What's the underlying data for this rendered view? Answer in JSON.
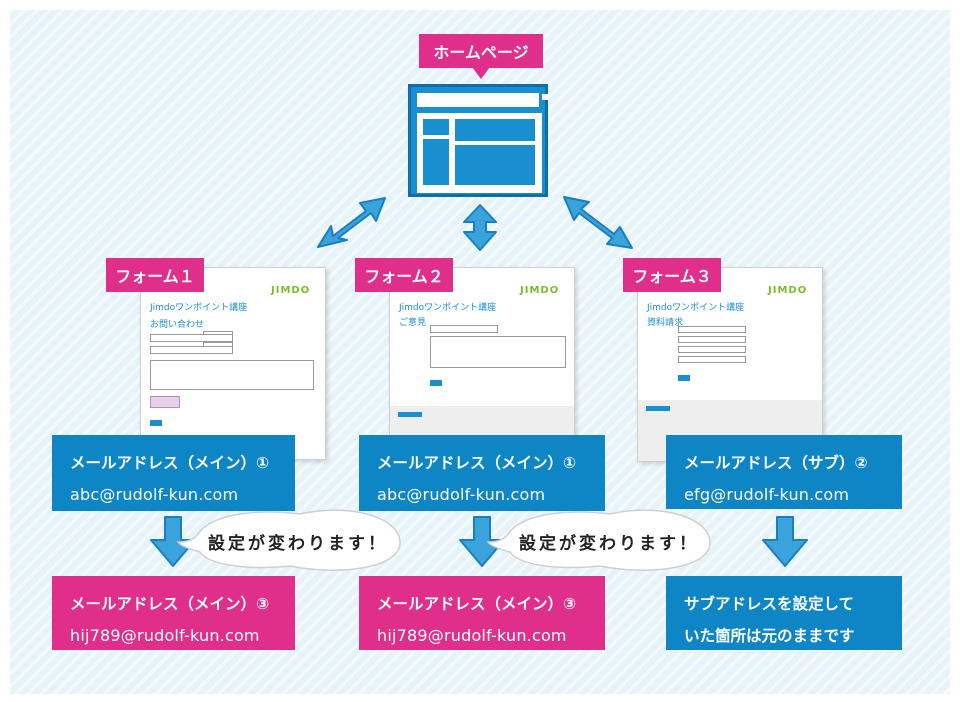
{
  "homepage": {
    "label": "ホームページ"
  },
  "forms": [
    {
      "tag": "フォーム１",
      "screenshot": {
        "logo": "JIMDO",
        "site_title": "Jimdoワンポイント講座",
        "page_title": "お問い合わせ"
      }
    },
    {
      "tag": "フォーム２",
      "screenshot": {
        "logo": "JIMDO",
        "site_title": "Jimdoワンポイント講座",
        "page_title": "ご意見"
      }
    },
    {
      "tag": "フォーム３",
      "screenshot": {
        "logo": "JIMDO",
        "site_title": "Jimdoワンポイント講座",
        "page_title": "資料請求"
      }
    }
  ],
  "boxes_top": [
    {
      "title": "メールアドレス（メイン）①",
      "address": "abc@rudolf-kun.com"
    },
    {
      "title": "メールアドレス（メイン）①",
      "address": "abc@rudolf-kun.com"
    },
    {
      "title": "メールアドレス（サブ）②",
      "address": "efg@rudolf-kun.com"
    }
  ],
  "bubbles": [
    {
      "text": "設定が変わります！"
    },
    {
      "text": "設定が変わります！"
    }
  ],
  "boxes_bottom": [
    {
      "title": "メールアドレス（メイン）③",
      "address": "hij789@rudolf-kun.com"
    },
    {
      "title": "メールアドレス（メイン）③",
      "address": "hij789@rudolf-kun.com"
    },
    {
      "line1": "サブアドレスを設定して",
      "line2": "いた箇所は元のままです"
    }
  ],
  "colors": {
    "pink": "#e02f8a",
    "blue": "#0e86c6",
    "arrow": "#3aa3dc",
    "background": "#e6f4fa"
  }
}
